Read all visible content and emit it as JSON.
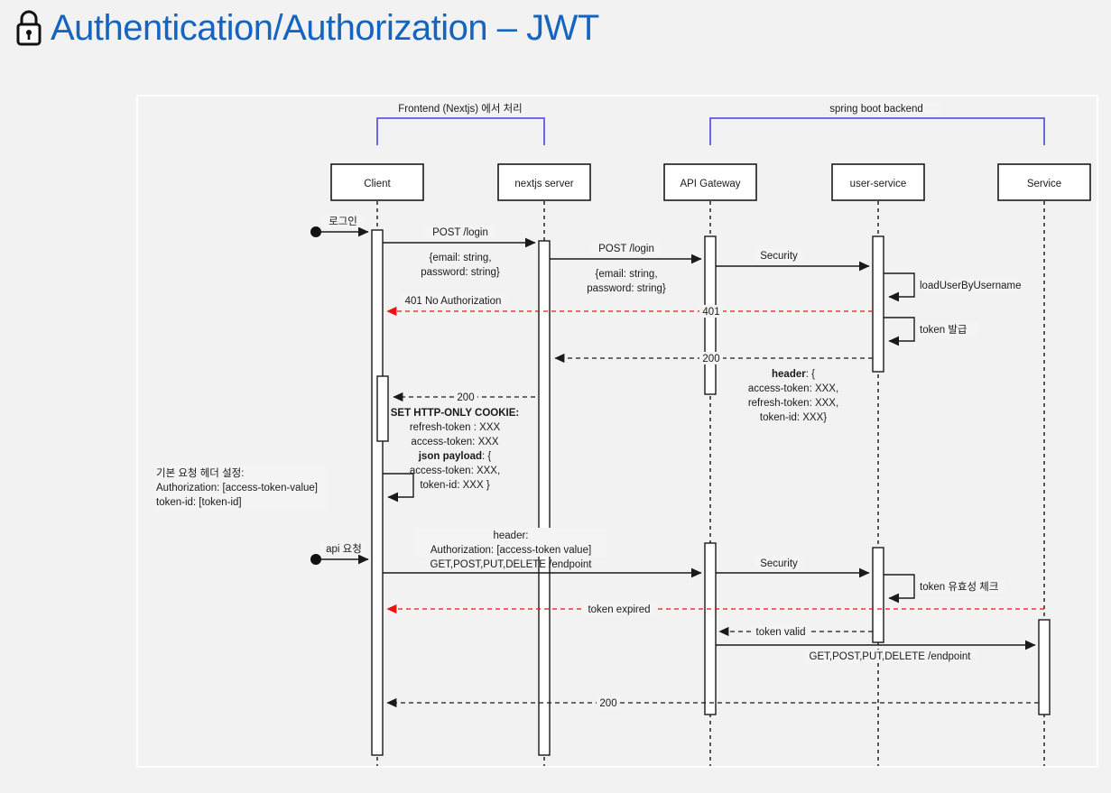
{
  "page": {
    "title": "Authentication/Authorization – JWT",
    "title_icon": "lock-icon",
    "title_color": "#1565c0",
    "background_color": "#f2f2f2"
  },
  "diagram": {
    "type": "sequence-diagram",
    "groups": [
      {
        "id": "frontend",
        "label": "Frontend (Nextjs) 에서 처리",
        "color": "#5b5bdc",
        "spans": [
          "client",
          "nextjs-server"
        ]
      },
      {
        "id": "backend",
        "label": "spring boot backend",
        "color": "#5b5bdc",
        "spans": [
          "api-gateway",
          "service"
        ]
      }
    ],
    "participants": [
      {
        "id": "client",
        "label": "Client"
      },
      {
        "id": "nextjs-server",
        "label": "nextjs server"
      },
      {
        "id": "api-gateway",
        "label": "API Gateway"
      },
      {
        "id": "user-service",
        "label": "user-service"
      },
      {
        "id": "service",
        "label": "Service"
      }
    ],
    "entry_points": [
      {
        "id": "login-entry",
        "label": "로그인",
        "to": "client"
      },
      {
        "id": "api-entry",
        "label": "api 요청",
        "to": "client"
      }
    ],
    "messages": [
      {
        "id": "m1",
        "from": "client",
        "to": "nextjs-server",
        "style": "solid",
        "color": "black",
        "lines": [
          "POST /login",
          "{email: string,",
          "password: string}"
        ]
      },
      {
        "id": "m2",
        "from": "nextjs-server",
        "to": "api-gateway",
        "style": "solid",
        "color": "black",
        "lines": [
          "POST /login",
          "{email: string,",
          "password: string}"
        ]
      },
      {
        "id": "m3",
        "from": "api-gateway",
        "to": "user-service",
        "style": "solid",
        "color": "black",
        "lines": [
          "Security"
        ]
      },
      {
        "id": "m4",
        "from": "user-service",
        "to": "user-service",
        "style": "self",
        "color": "black",
        "lines": [
          "loadUserByUsername"
        ]
      },
      {
        "id": "m5",
        "from": "user-service",
        "to": "client",
        "style": "dashed",
        "color": "red",
        "lines": [
          "401 No Authorization"
        ],
        "mid_label": "401"
      },
      {
        "id": "m6",
        "from": "user-service",
        "to": "user-service",
        "style": "self",
        "color": "black",
        "lines": [
          "token 발급"
        ]
      },
      {
        "id": "m7",
        "from": "user-service",
        "to": "nextjs-server",
        "style": "dashed",
        "color": "blue",
        "lines": [
          "200"
        ],
        "note_lines": [
          "header: {",
          "access-token: XXX,",
          "refresh-token: XXX,",
          "token-id: XXX}"
        ],
        "note_bold_first_word": "header"
      },
      {
        "id": "m8",
        "from": "nextjs-server",
        "to": "client",
        "style": "dashed",
        "color": "blue",
        "lines": [
          "200"
        ],
        "note_lines": [
          "SET HTTP-ONLY COOKIE:",
          "refresh-token : XXX",
          "access-token: XXX",
          "json payload: {",
          "access-token: XXX,",
          "token-id: XXX }"
        ]
      },
      {
        "id": "m9",
        "from": "client",
        "to": "client",
        "style": "self",
        "color": "black",
        "note_box": [
          "기본 요청 헤더 설정:",
          "Authorization:  [access-token-value]",
          "token-id: [token-id]"
        ]
      },
      {
        "id": "m10",
        "from": "client",
        "to": "api-gateway",
        "style": "solid",
        "color": "black",
        "lines": [
          "header:",
          "Authorization: [access-token value]",
          "GET,POST,PUT,DELETE /endpoint"
        ]
      },
      {
        "id": "m11",
        "from": "api-gateway",
        "to": "user-service",
        "style": "solid",
        "color": "black",
        "lines": [
          "Security"
        ]
      },
      {
        "id": "m12",
        "from": "user-service",
        "to": "user-service",
        "style": "self",
        "color": "black",
        "lines": [
          "token 유효성 체크"
        ]
      },
      {
        "id": "m13",
        "from": "user-service",
        "to": "client",
        "style": "dashed",
        "color": "red",
        "lines": [
          "token expired"
        ]
      },
      {
        "id": "m14",
        "from": "user-service",
        "to": "api-gateway",
        "style": "dashed",
        "color": "blue",
        "lines": [
          "token valid"
        ]
      },
      {
        "id": "m15",
        "from": "api-gateway",
        "to": "service",
        "style": "solid",
        "color": "black",
        "lines": [
          "GET,POST,PUT,DELETE /endpoint"
        ]
      },
      {
        "id": "m16",
        "from": "service",
        "to": "client",
        "style": "dashed",
        "color": "blue",
        "lines": [
          "200"
        ],
        "mid_label": "200"
      }
    ],
    "labels": {
      "group_frontend": "Frontend (Nextjs) 에서 처리",
      "group_backend": "spring boot backend",
      "p_client": "Client",
      "p_nextjs": "nextjs server",
      "p_gateway": "API Gateway",
      "p_userservice": "user-service",
      "p_service": "Service",
      "entry_login": "로그인",
      "entry_api": "api 요청",
      "post_login_1": "POST /login",
      "body_1a": "{email: string,",
      "body_1b": "password: string}",
      "post_login_2": "POST /login",
      "body_2a": "{email: string,",
      "body_2b": "password: string}",
      "security_1": "Security",
      "load_user": "loadUserByUsername",
      "err_401_full": "401 No Authorization",
      "err_401_short": "401",
      "token_issue": "token 발급",
      "ok_200_a": "200",
      "hdr_1": "header",
      "hdr_1_rest": ": {",
      "hdr_2": "access-token: XXX,",
      "hdr_3": "refresh-token: XXX,",
      "hdr_4": "token-id: XXX}",
      "ok_200_b": "200",
      "cookie_1": "SET HTTP-ONLY COOKIE:",
      "cookie_2": "refresh-token : XXX",
      "cookie_3": "access-token: XXX",
      "cookie_4a": "json payload",
      "cookie_4b": ": {",
      "cookie_5": "access-token: XXX,",
      "cookie_6": "token-id: XXX }",
      "note_1": "기본 요청 헤더 설정:",
      "note_2": "Authorization:  [access-token-value]",
      "note_3": "token-id: [token-id]",
      "req_hdr_1": "header:",
      "req_hdr_2": "Authorization: [access-token value]",
      "req_verbs_1": "GET,POST,PUT,DELETE /endpoint",
      "security_2": "Security",
      "token_check": "token 유효성 체크",
      "token_expired": "token expired",
      "token_valid": "token valid",
      "req_verbs_2": "GET,POST,PUT,DELETE /endpoint",
      "ok_200_c": "200"
    }
  }
}
